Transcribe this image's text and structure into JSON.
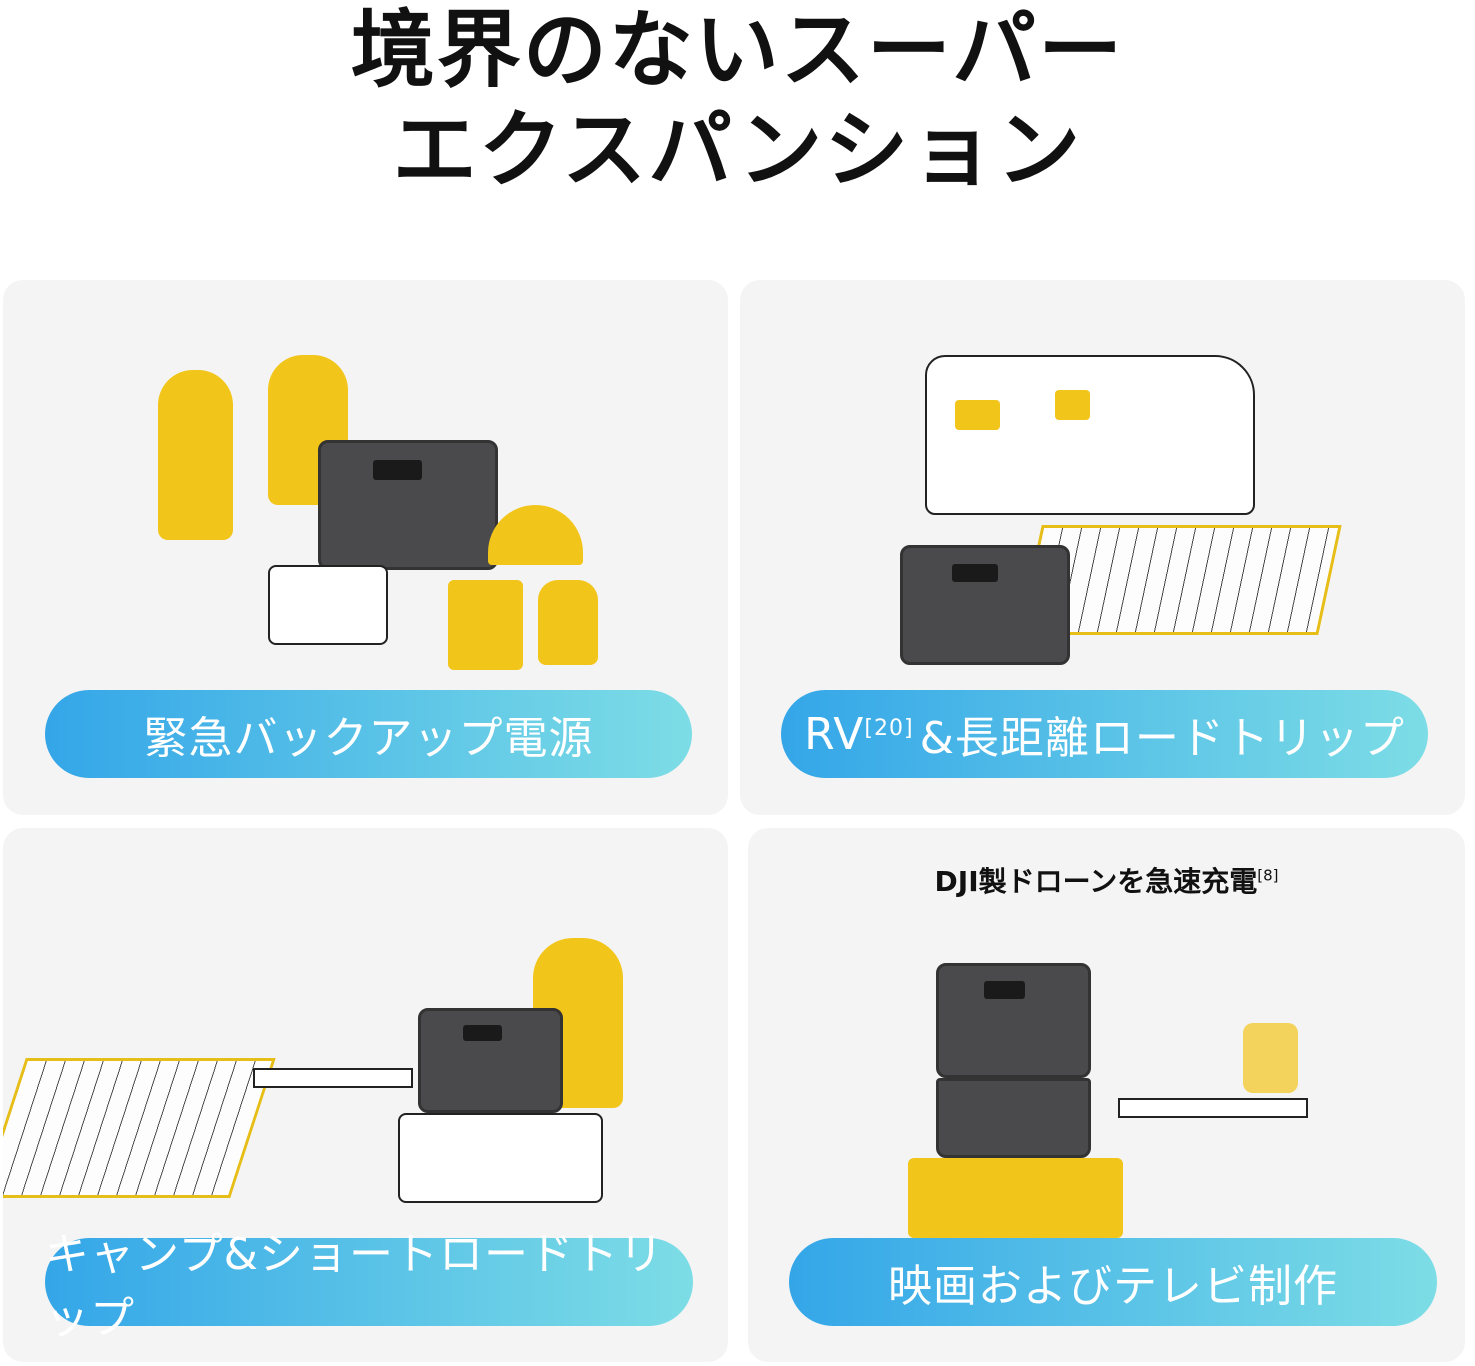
{
  "title": {
    "line1": "境界のないスーパー",
    "line2": "エクスパンション"
  },
  "cards": [
    {
      "label": "緊急バックアップ電源"
    },
    {
      "label_main": "RV",
      "label_ref": "[20]",
      "label_rest": "&長距離ロードトリップ"
    },
    {
      "label": "キャンプ&ショートロードトリップ"
    },
    {
      "caption": "DJI製ドローンを急速充電",
      "caption_ref": "[8]",
      "label": "映画およびテレビ制作"
    }
  ],
  "colors": {
    "pill_start": "#34a6e8",
    "pill_end": "#7ddde6",
    "accent_yellow": "#f2c51a",
    "card_bg": "#f4f4f4"
  }
}
